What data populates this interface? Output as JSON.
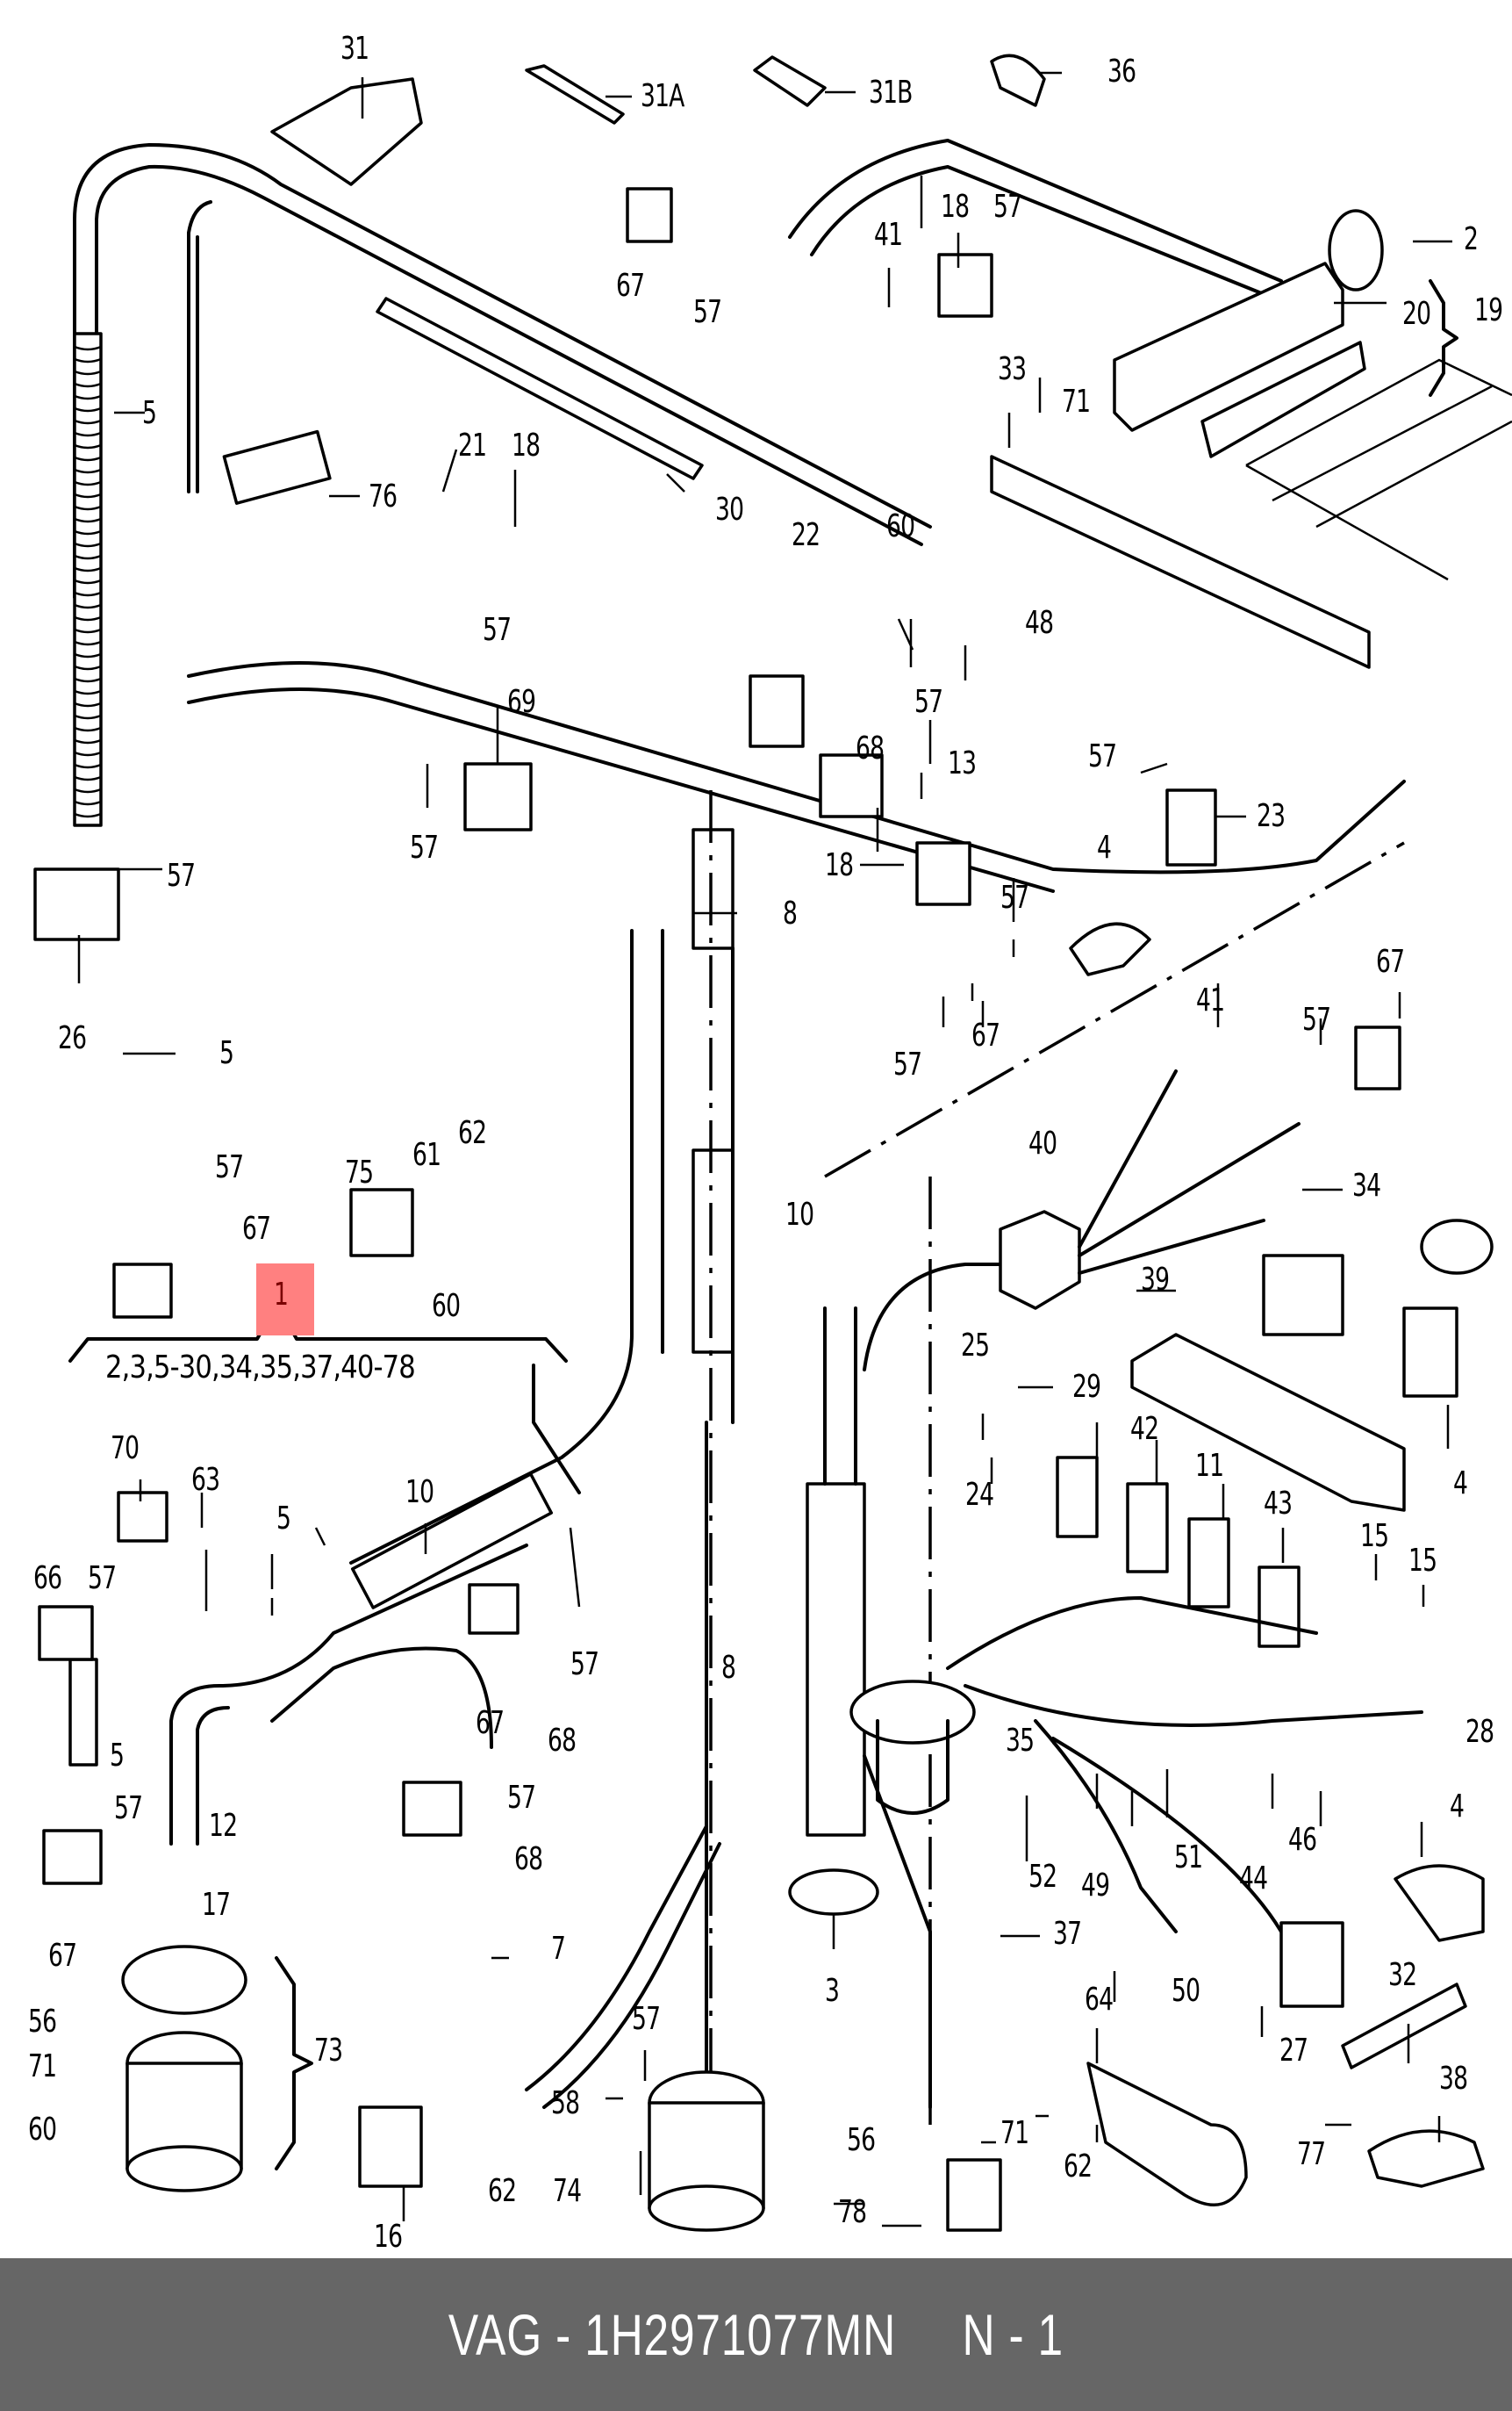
{
  "diagram": {
    "title": "Engine wiring harness exploded parts diagram",
    "highlight_color": "#ff8080",
    "highlighted_part": "1",
    "assembly_range_label": "2,3,5-30,34,35,37,40-78",
    "callouts": [
      {
        "id": "c31",
        "text": "31"
      },
      {
        "id": "c31a",
        "text": "31A"
      },
      {
        "id": "c31b",
        "text": "31B"
      },
      {
        "id": "c36",
        "text": "36"
      },
      {
        "id": "c67a",
        "text": "67"
      },
      {
        "id": "c57a",
        "text": "57"
      },
      {
        "id": "c41a",
        "text": "41"
      },
      {
        "id": "c18a",
        "text": "18"
      },
      {
        "id": "c57b",
        "text": "57"
      },
      {
        "id": "c2",
        "text": "2"
      },
      {
        "id": "c19",
        "text": "19"
      },
      {
        "id": "c20",
        "text": "20"
      },
      {
        "id": "c33",
        "text": "33"
      },
      {
        "id": "c71a",
        "text": "71"
      },
      {
        "id": "c5a",
        "text": "5"
      },
      {
        "id": "c76",
        "text": "76"
      },
      {
        "id": "c21",
        "text": "21"
      },
      {
        "id": "c18b",
        "text": "18"
      },
      {
        "id": "c30",
        "text": "30"
      },
      {
        "id": "c22",
        "text": "22"
      },
      {
        "id": "c60a",
        "text": "60"
      },
      {
        "id": "c57c",
        "text": "57"
      },
      {
        "id": "c68a",
        "text": "68"
      },
      {
        "id": "c57d",
        "text": "57"
      },
      {
        "id": "c48",
        "text": "48"
      },
      {
        "id": "c13",
        "text": "13"
      },
      {
        "id": "c57e",
        "text": "57"
      },
      {
        "id": "c23",
        "text": "23"
      },
      {
        "id": "c69",
        "text": "69"
      },
      {
        "id": "c57f",
        "text": "57"
      },
      {
        "id": "c57g",
        "text": "57"
      },
      {
        "id": "c26",
        "text": "26"
      },
      {
        "id": "c5b",
        "text": "5"
      },
      {
        "id": "c18c",
        "text": "18"
      },
      {
        "id": "c57h",
        "text": "57"
      },
      {
        "id": "c4a",
        "text": "4"
      },
      {
        "id": "c8a",
        "text": "8"
      },
      {
        "id": "c57i",
        "text": "57"
      },
      {
        "id": "c67b",
        "text": "67"
      },
      {
        "id": "c67c",
        "text": "67"
      },
      {
        "id": "c41b",
        "text": "41"
      },
      {
        "id": "c57j",
        "text": "57"
      },
      {
        "id": "c57k",
        "text": "57"
      },
      {
        "id": "c67d",
        "text": "67"
      },
      {
        "id": "c75",
        "text": "75"
      },
      {
        "id": "c61",
        "text": "61"
      },
      {
        "id": "c62a",
        "text": "62"
      },
      {
        "id": "c60b",
        "text": "60"
      },
      {
        "id": "c10a",
        "text": "10"
      },
      {
        "id": "c40",
        "text": "40"
      },
      {
        "id": "c34",
        "text": "34"
      },
      {
        "id": "c39",
        "text": "39"
      },
      {
        "id": "c25",
        "text": "25"
      },
      {
        "id": "c24",
        "text": "24"
      },
      {
        "id": "c29",
        "text": "29"
      },
      {
        "id": "c42",
        "text": "42"
      },
      {
        "id": "c11",
        "text": "11"
      },
      {
        "id": "c43",
        "text": "43"
      },
      {
        "id": "c4b",
        "text": "4"
      },
      {
        "id": "c15a",
        "text": "15"
      },
      {
        "id": "c15b",
        "text": "15"
      },
      {
        "id": "c70",
        "text": "70"
      },
      {
        "id": "c63",
        "text": "63"
      },
      {
        "id": "c5c",
        "text": "5"
      },
      {
        "id": "c10b",
        "text": "10"
      },
      {
        "id": "c66",
        "text": "66"
      },
      {
        "id": "c57l",
        "text": "57"
      },
      {
        "id": "c57m",
        "text": "57"
      },
      {
        "id": "c8b",
        "text": "8"
      },
      {
        "id": "c67e",
        "text": "67"
      },
      {
        "id": "c68b",
        "text": "68"
      },
      {
        "id": "c35",
        "text": "35"
      },
      {
        "id": "c28",
        "text": "28"
      },
      {
        "id": "c5d",
        "text": "5"
      },
      {
        "id": "c57n",
        "text": "57"
      },
      {
        "id": "c12",
        "text": "12"
      },
      {
        "id": "c57o",
        "text": "57"
      },
      {
        "id": "c68c",
        "text": "68"
      },
      {
        "id": "c67f",
        "text": "67"
      },
      {
        "id": "c17",
        "text": "17"
      },
      {
        "id": "c52",
        "text": "52"
      },
      {
        "id": "c49",
        "text": "49"
      },
      {
        "id": "c51",
        "text": "51"
      },
      {
        "id": "c44",
        "text": "44"
      },
      {
        "id": "c46",
        "text": "46"
      },
      {
        "id": "c4c",
        "text": "4"
      },
      {
        "id": "c7",
        "text": "7"
      },
      {
        "id": "c3",
        "text": "3"
      },
      {
        "id": "c37",
        "text": "37"
      },
      {
        "id": "c50",
        "text": "50"
      },
      {
        "id": "c27",
        "text": "27"
      },
      {
        "id": "c32",
        "text": "32"
      },
      {
        "id": "c56a",
        "text": "56"
      },
      {
        "id": "c71b",
        "text": "71"
      },
      {
        "id": "c60c",
        "text": "60"
      },
      {
        "id": "c73",
        "text": "73"
      },
      {
        "id": "c57p",
        "text": "57"
      },
      {
        "id": "c58",
        "text": "58"
      },
      {
        "id": "c64",
        "text": "64"
      },
      {
        "id": "c38",
        "text": "38"
      },
      {
        "id": "c56b",
        "text": "56"
      },
      {
        "id": "c71c",
        "text": "71"
      },
      {
        "id": "c62b",
        "text": "62"
      },
      {
        "id": "c77",
        "text": "77"
      },
      {
        "id": "c16",
        "text": "16"
      },
      {
        "id": "c62c",
        "text": "62"
      },
      {
        "id": "c74",
        "text": "74"
      },
      {
        "id": "c78",
        "text": "78"
      },
      {
        "id": "c1",
        "text": "1"
      }
    ]
  },
  "footer": {
    "text": "VAG - 1H2971077MN     N - 1",
    "background": "#666666"
  }
}
